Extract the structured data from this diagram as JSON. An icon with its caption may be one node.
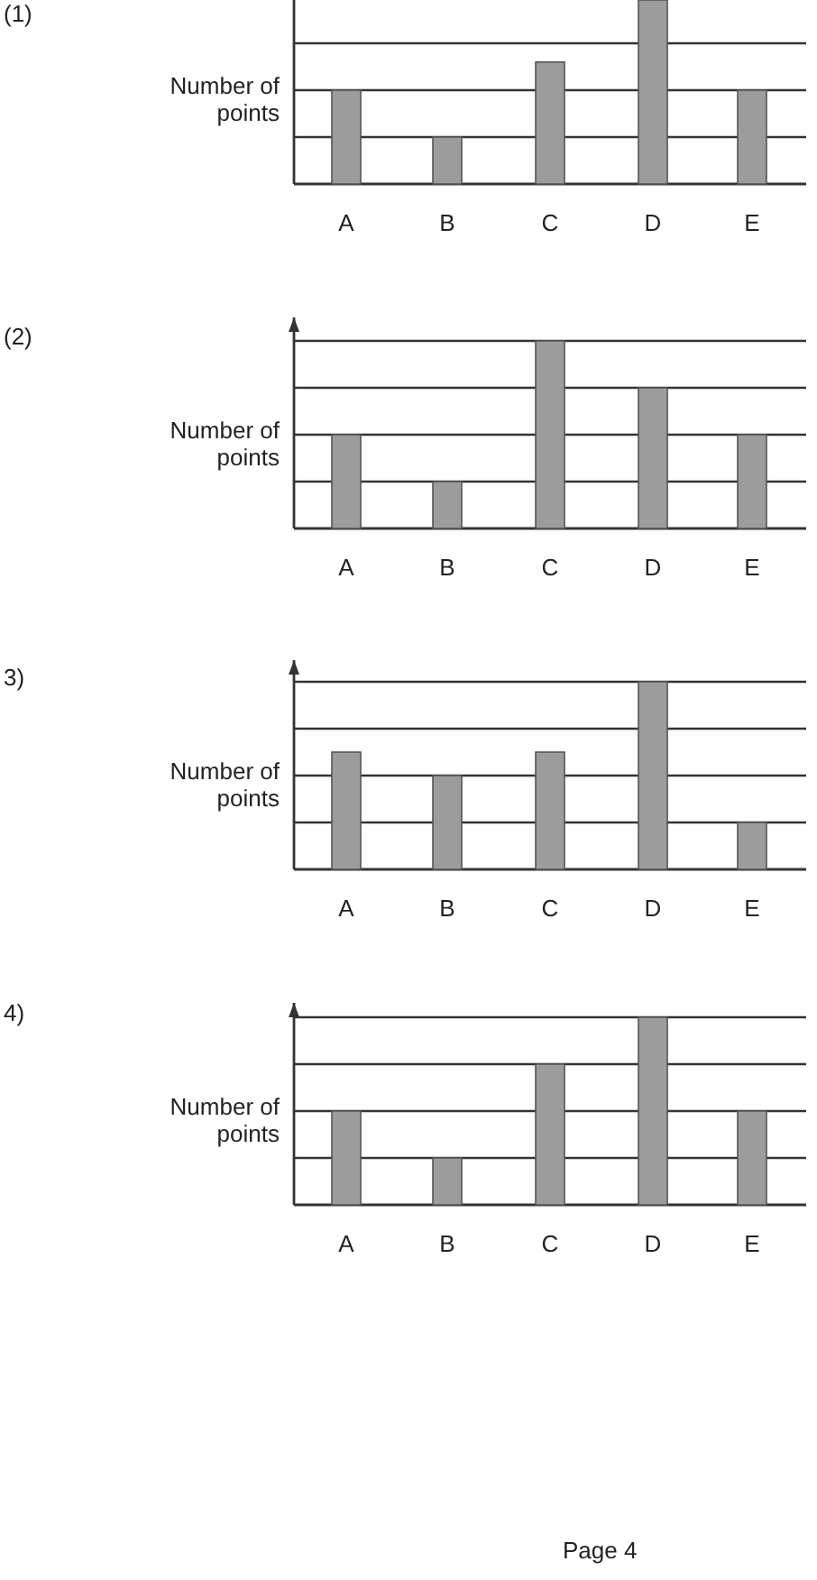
{
  "diagram": {
    "labels": [
      "(1)",
      "Number of points",
      "A",
      "B",
      "C",
      "D",
      "E",
      "(2)",
      "Number of points",
      "A",
      "B",
      "C",
      "D",
      "E",
      "3)",
      "Number of points",
      "A",
      "B",
      "C",
      "D",
      "E",
      "4)",
      "Number of points",
      "A",
      "B",
      "C",
      "D",
      "E",
      "Page 4"
    ]
  }
}
